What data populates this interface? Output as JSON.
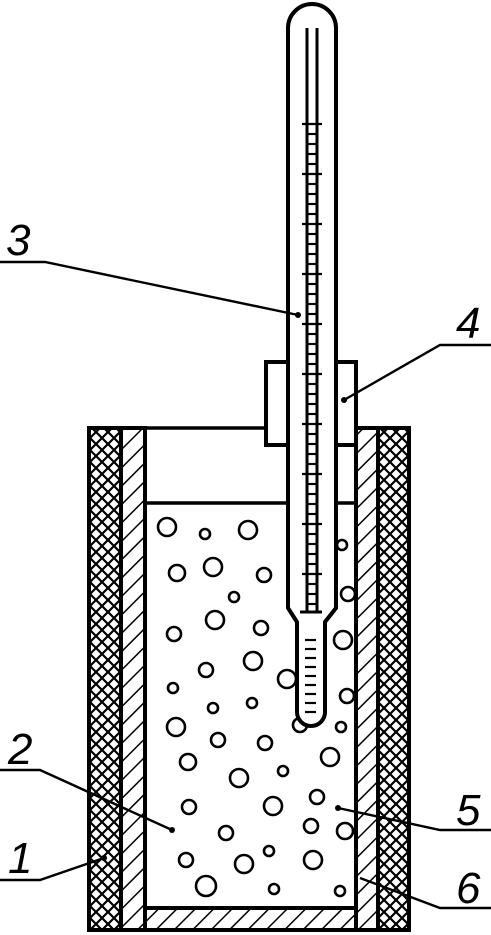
{
  "labels": {
    "outer_insulation": "1",
    "liquid": "2",
    "thermometer": "3",
    "stopper": "4",
    "bubbles": "5",
    "inner_vessel": "6"
  },
  "colors": {
    "ink": "#000000",
    "paper": "#ffffff"
  }
}
